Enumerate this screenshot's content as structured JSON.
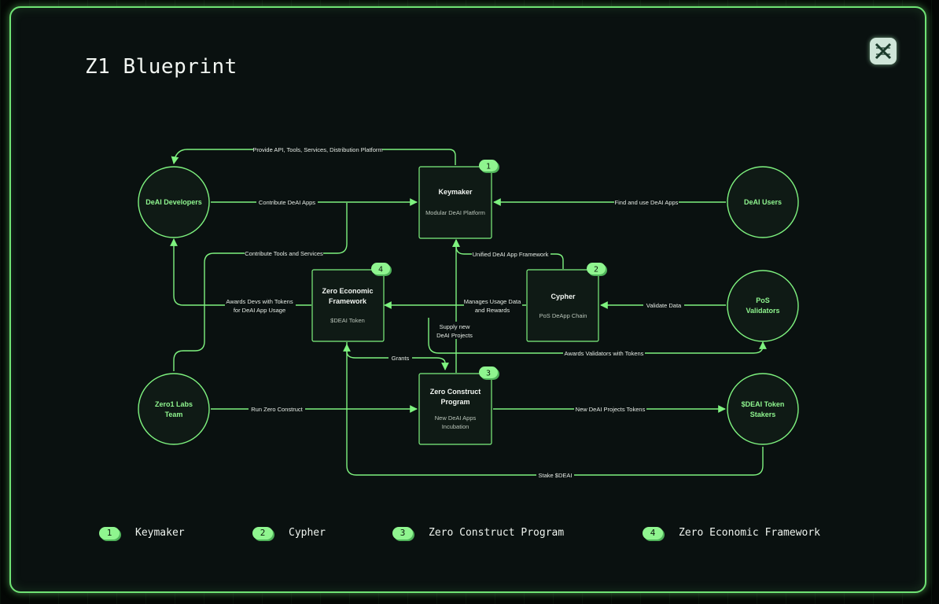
{
  "title": "Z1 Blueprint",
  "logo": {
    "icon": "crossed-z1-logo-icon"
  },
  "colors": {
    "accent": "#7ef27f",
    "panel": "#0a1110",
    "node": "#0f1a15",
    "text": "#e6ece6"
  },
  "nodes": {
    "developers": {
      "label": "DeAI Developers"
    },
    "users": {
      "label": "DeAI Users"
    },
    "validators": {
      "line1": "PoS",
      "line2": "Validators"
    },
    "labs": {
      "line1": "Zero1 Labs",
      "line2": "Team"
    },
    "stakers": {
      "line1": "$DEAI Token",
      "line2": "Stakers"
    },
    "keymaker": {
      "title": "Keymaker",
      "sub": "Modular DeAI Platform",
      "badge": "1"
    },
    "cypher": {
      "title": "Cypher",
      "sub": "PoS DeApp Chain",
      "badge": "2"
    },
    "zcp": {
      "title1": "Zero Construct",
      "title2": "Program",
      "sub1": "New DeAI Apps",
      "sub2": "Incubation",
      "badge": "3"
    },
    "zef": {
      "title1": "Zero Economic",
      "title2": "Framework",
      "sub": "$DEAI Token",
      "badge": "4"
    }
  },
  "edges": {
    "provide": "Provide API, Tools, Services, Distribution Platform",
    "contribute_apps": "Contribute DeAI Apps",
    "find_use": "Find and use DeAI Apps",
    "contribute_tools": "Contribute Tools and Services",
    "unified": "Unified DeAI App Framework",
    "awards_devs_1": "Awards Devs with Tokens",
    "awards_devs_2": "for DeAI App Usage",
    "manages_1": "Manages Usage Data",
    "manages_2": "and Rewards",
    "validate": "Validate Data",
    "supply_1": "Supply new",
    "supply_2": "DeAI Projects",
    "awards_validators": "Awards Validators with Tokens",
    "grants": "Grants",
    "run_zc": "Run Zero Construct",
    "new_projects_tokens": "New DeAI Projects Tokens",
    "stake": "Stake $DEAI"
  },
  "legend": [
    {
      "badge": "1",
      "label": "Keymaker"
    },
    {
      "badge": "2",
      "label": "Cypher"
    },
    {
      "badge": "3",
      "label": "Zero Construct Program"
    },
    {
      "badge": "4",
      "label": "Zero Economic Framework"
    }
  ]
}
